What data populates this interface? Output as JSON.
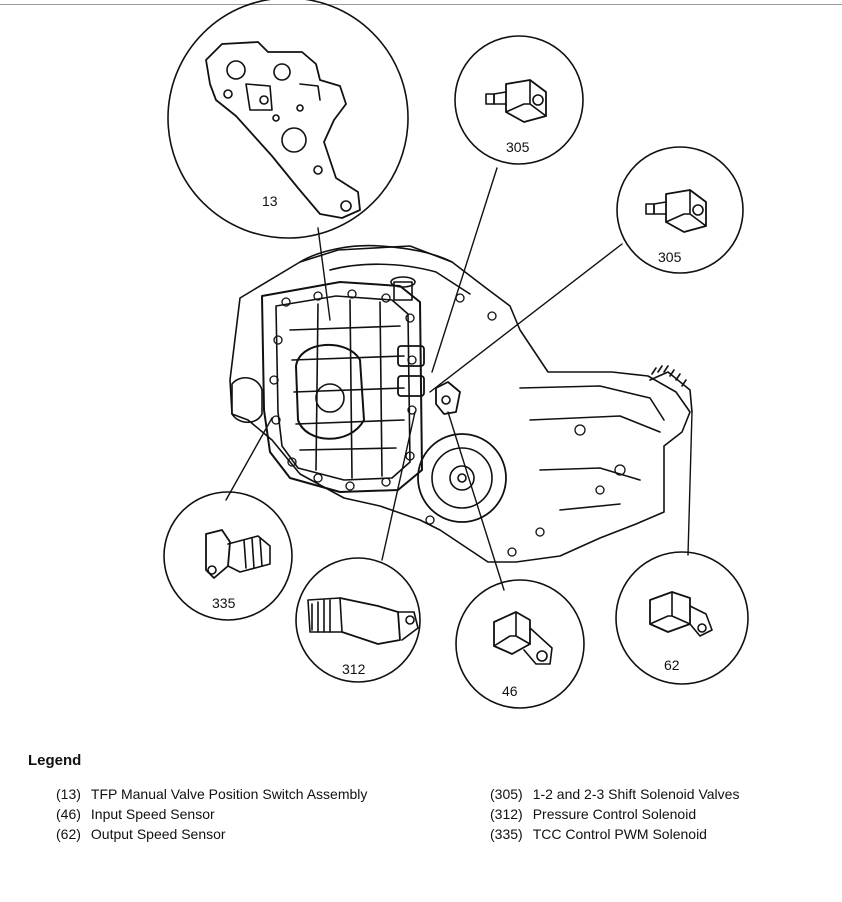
{
  "callouts": {
    "c13": "13",
    "c305a": "305",
    "c305b": "305",
    "c335": "335",
    "c312": "312",
    "c46": "46",
    "c62": "62"
  },
  "legend": {
    "title": "Legend",
    "left": [
      {
        "num": "(13)",
        "text": "TFP Manual Valve Position Switch Assembly"
      },
      {
        "num": "(46)",
        "text": "Input Speed Sensor"
      },
      {
        "num": "(62)",
        "text": "Output Speed Sensor"
      }
    ],
    "right": [
      {
        "num": "(305)",
        "text": "1-2 and 2-3 Shift Solenoid Valves"
      },
      {
        "num": "(312)",
        "text": "Pressure Control Solenoid"
      },
      {
        "num": "(335)",
        "text": "TCC Control PWM Solenoid"
      }
    ]
  }
}
